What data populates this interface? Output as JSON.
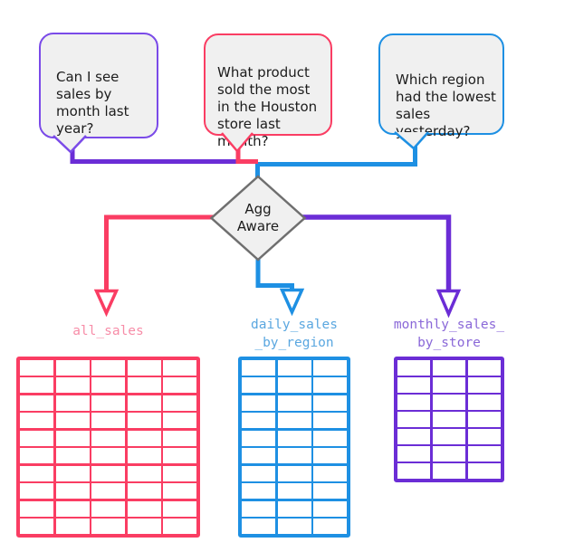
{
  "bubbles": [
    {
      "id": "q1",
      "text": "Can I see\nsales by\nmonth last\nyear?"
    },
    {
      "id": "q2",
      "text": "What product\nsold the most\nin the Houston\nstore last\nmonth?"
    },
    {
      "id": "q3",
      "text": "Which region\nhad the lowest\nsales\nyesterday?"
    }
  ],
  "diamond": {
    "label": "Agg\nAware"
  },
  "tables": [
    {
      "name": "all_sales",
      "label": "all_sales",
      "rows": 10,
      "cols": 5
    },
    {
      "name": "daily_sales_by_region",
      "label": "daily_sales\n_by_region",
      "rows": 10,
      "cols": 3
    },
    {
      "name": "monthly_sales_by_store",
      "label": "monthly_sales_\nby_store",
      "rows": 7,
      "cols": 3
    }
  ],
  "colors": {
    "purple": "#6b2dd6",
    "purple_bubble": "#7a4ae8",
    "purple_label": "#8a68d8",
    "pink": "#fa3d63",
    "pink_label": "#f78da8",
    "blue": "#1e90e3",
    "blue_label": "#5aa7e0",
    "diamond_border": "#6f6f6f",
    "shape_fill": "#f0f0f0",
    "text": "#1c1c1c"
  }
}
